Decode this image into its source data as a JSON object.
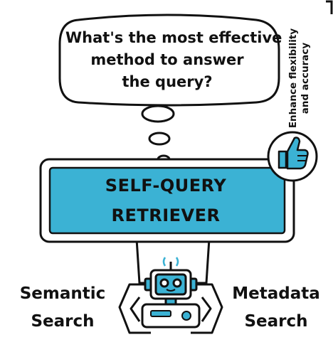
{
  "bubble": {
    "line1": "What's the most effective",
    "line2": "method to answer",
    "line3": "the query?"
  },
  "banner": {
    "line1": "SELF-QUERY",
    "line2": "RETRIEVER",
    "color": "#3bb2d4"
  },
  "side_note": {
    "line1": "Enhance flexibility",
    "line2": "and accuracy"
  },
  "left_label": {
    "line1": "Semantic",
    "line2": "Search"
  },
  "right_label": {
    "line1": "Metadata",
    "line2": "Search"
  },
  "icons": [
    "thumbs-up-icon",
    "robot-icon",
    "thought-cloud-icon"
  ],
  "colors": {
    "accent": "#3bb2d4",
    "outline": "#111111",
    "robot_face": "#3bb2d4"
  }
}
